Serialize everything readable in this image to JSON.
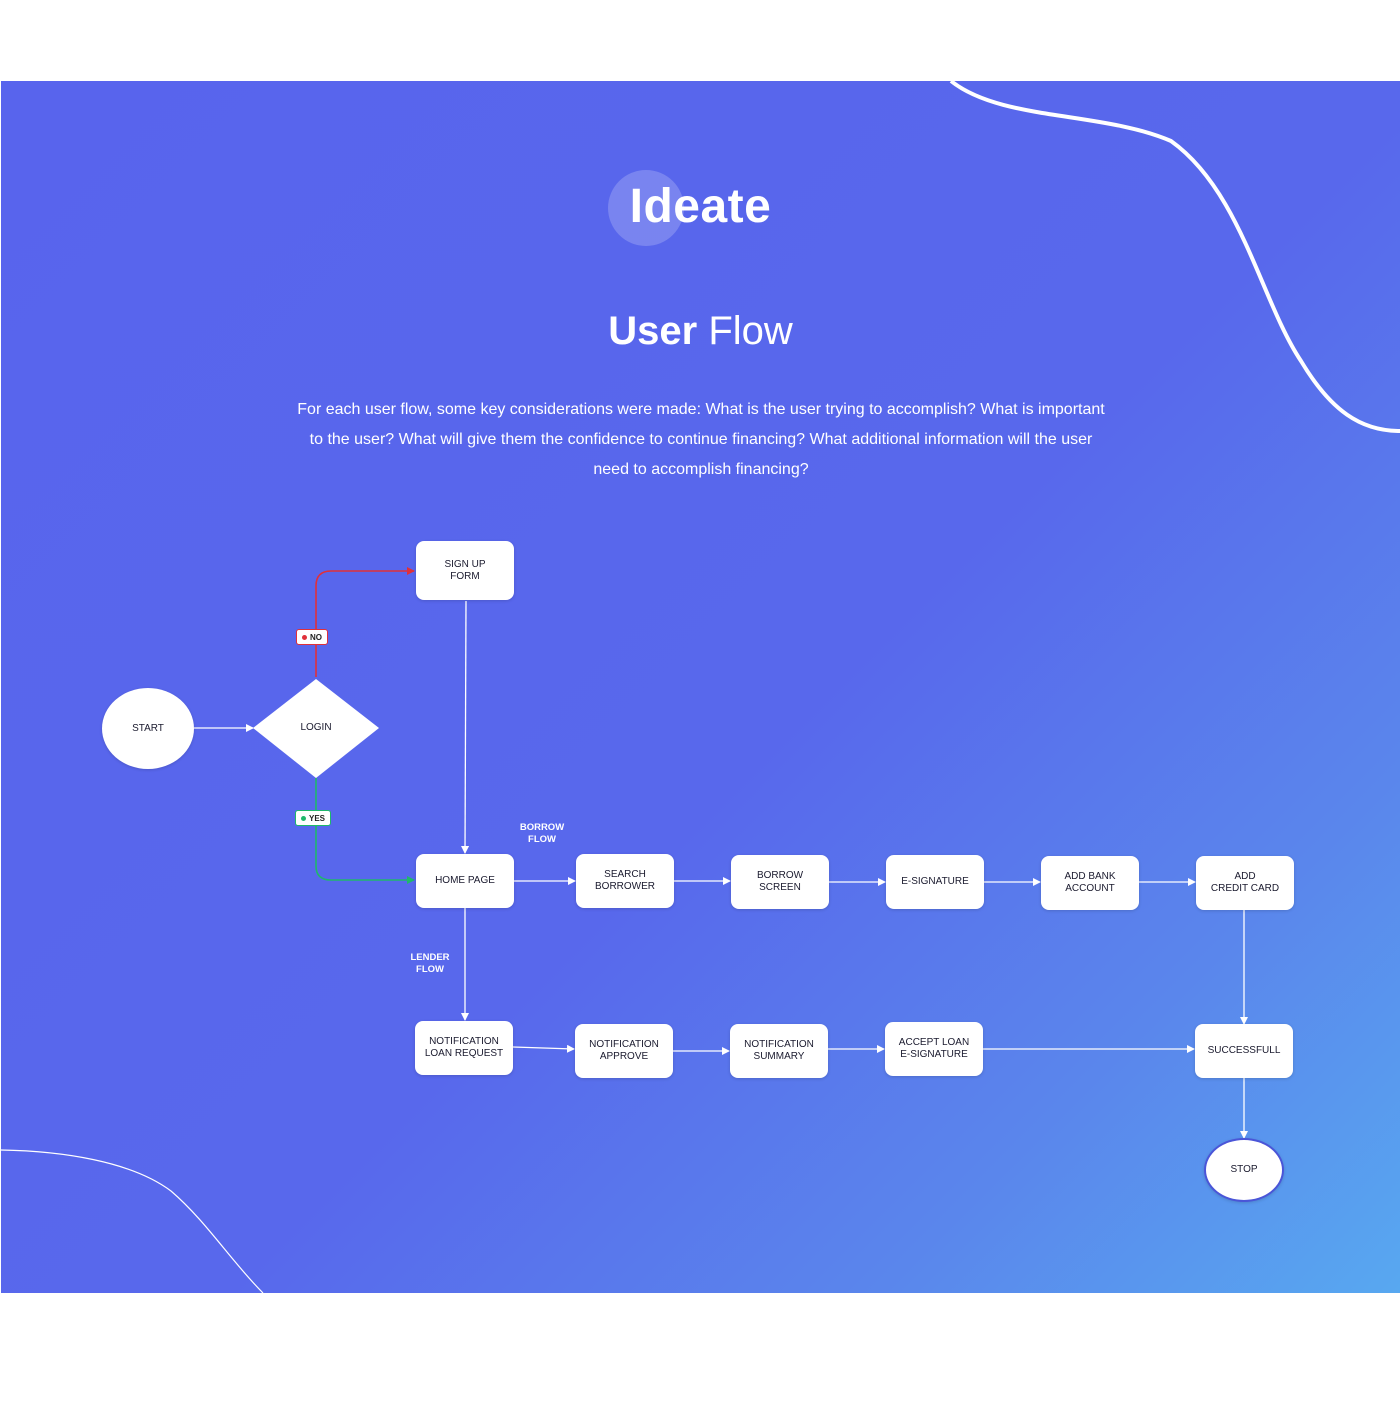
{
  "header": {
    "title": "Ideate",
    "subtitle_bold": "User",
    "subtitle_light": "Flow",
    "description": "For each user flow, some key considerations were made: What is the user trying to accomplish? What is important to the user? What will give them the confidence to continue financing? What additional information will the user need to accomplish financing?"
  },
  "colors": {
    "background_start": "#5864ed",
    "background_end": "#58a8f0",
    "no_path": "#e0303a",
    "yes_path": "#1fb86b",
    "node_fill": "#ffffff"
  },
  "flow": {
    "start": "START",
    "login": "LOGIN",
    "no_label": "NO",
    "yes_label": "YES",
    "sign_up_form": "SIGN UP\nFORM",
    "home_page": "HOME PAGE",
    "borrow_flow_label": "BORROW\nFLOW",
    "lender_flow_label": "LENDER\nFLOW",
    "borrow_steps": [
      "SEARCH\nBORROWER",
      "BORROW\nSCREEN",
      "E-SIGNATURE",
      "ADD BANK\nACCOUNT",
      "ADD\nCREDIT CARD"
    ],
    "lender_steps": [
      "NOTIFICATION\nLOAN REQUEST",
      "NOTIFICATION\nAPPROVE",
      "NOTIFICATION\nSUMMARY",
      "ACCEPT LOAN\nE-SIGNATURE"
    ],
    "successful": "SUCCESSFULL",
    "stop": "STOP"
  }
}
